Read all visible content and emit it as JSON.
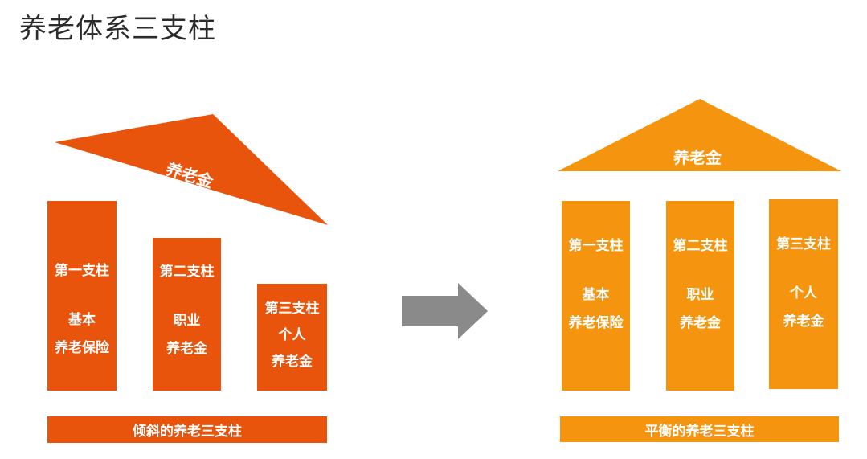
{
  "title": "养老体系三支柱",
  "colors": {
    "left": "#e8540c",
    "right": "#f5940f",
    "arrow": "#8a8a8a"
  },
  "left": {
    "roof": "养老金",
    "pillar1": {
      "name": "第一支柱",
      "line1": "基本",
      "line2": "养老保险"
    },
    "pillar2": {
      "name": "第二支柱",
      "line1": "职业",
      "line2": "养老金"
    },
    "pillar3": {
      "name": "第三支柱",
      "line1": "个人",
      "line2": "养老金"
    },
    "base": "倾斜的养老三支柱"
  },
  "right": {
    "roof": "养老金",
    "pillar1": {
      "name": "第一支柱",
      "line1": "基本",
      "line2": "养老保险"
    },
    "pillar2": {
      "name": "第二支柱",
      "line1": "职业",
      "line2": "养老金"
    },
    "pillar3": {
      "name": "第三支柱",
      "line1": "个人",
      "line2": "养老金"
    },
    "base": "平衡的养老三支柱"
  },
  "arrow_icon": "right-arrow-icon"
}
